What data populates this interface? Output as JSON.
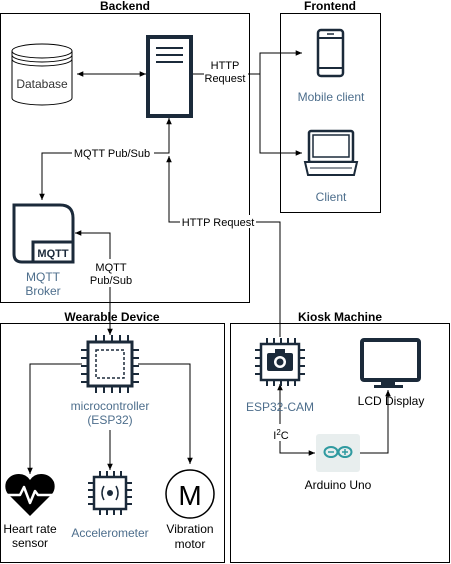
{
  "groups": {
    "backend": "Backend",
    "frontend": "Frontend",
    "wearable": "Wearable Device",
    "kiosk": "Kiosk Machine"
  },
  "nodes": {
    "database": "Database",
    "mqtt_chip": "MQTT",
    "mqtt_broker_line1": "MQTT",
    "mqtt_broker_line2": "Broker",
    "mobile_client": "Mobile client",
    "client": "Client",
    "mcu_line1": "microcontroller",
    "mcu_line2": "(ESP32)",
    "heart_line1": "Heart rate",
    "heart_line2": "sensor",
    "accelerometer": "Accelerometer",
    "motor_symbol": "M",
    "vibration_line1": "Vibration",
    "vibration_line2": "motor",
    "esp32cam": "ESP32-CAM",
    "lcd": "LCD Display",
    "arduino": "Arduino Uno"
  },
  "edges": {
    "http_request_top_line1": "HTTP",
    "http_request_top_line2": "Request",
    "mqtt_pubsub": "MQTT Pub/Sub",
    "http_request_mid": "HTTP Request",
    "mqtt_pubsub2_line1": "MQTT",
    "mqtt_pubsub2_line2": "Pub/Sub",
    "i2c_base": "I",
    "i2c_sup": "2",
    "i2c_end": "C"
  },
  "colors": {
    "stroke": "#000000",
    "navy": "#1b2a3a",
    "blue_label": "#4d6e8c",
    "arduino_teal": "#2f9aa0",
    "arduino_bg": "#e8eeee"
  }
}
